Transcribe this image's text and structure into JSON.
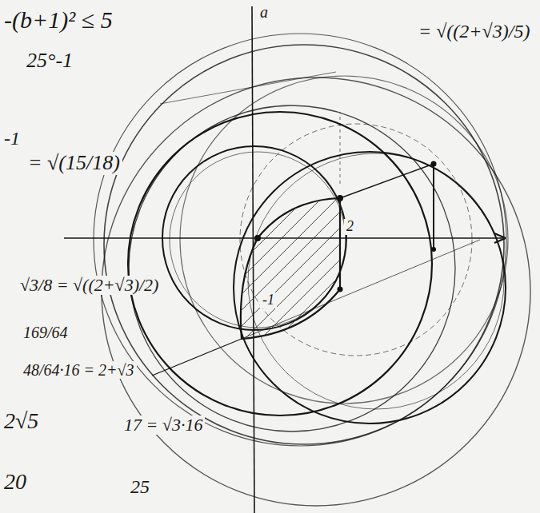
{
  "diagram": {
    "labels": [
      "-(b+1)² ≤ 5",
      "25°-1",
      "-1",
      "= √(15/18)",
      "= √((2+√3)/5)",
      "a",
      "2",
      "-1",
      "√3/8 = √((2+√3)/2)",
      "169/64",
      "48/64·16 = 2+√3",
      "2√5",
      "17 = √3·16",
      "20",
      "25"
    ]
  }
}
